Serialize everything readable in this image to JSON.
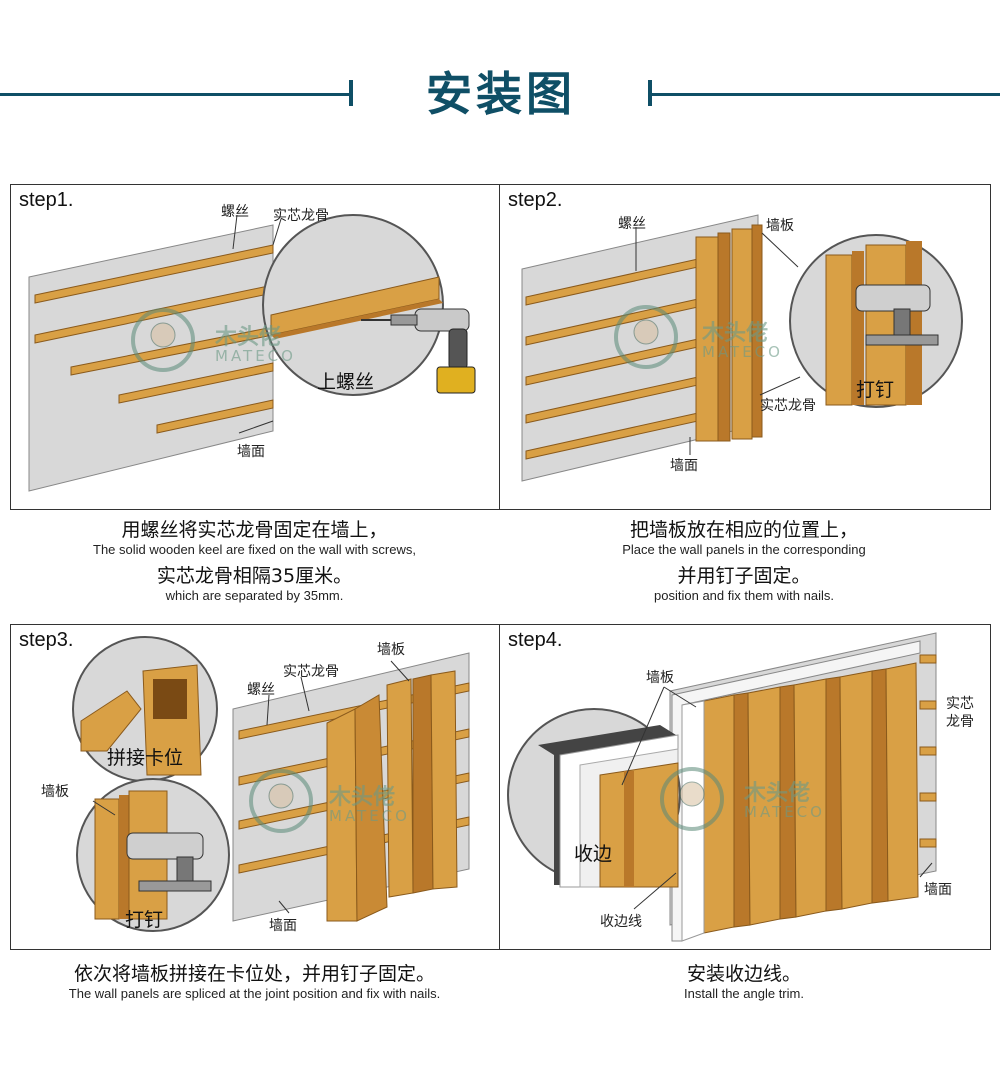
{
  "header": {
    "title": "安装图"
  },
  "watermark": {
    "name": "木头佬",
    "brand": "MATECO"
  },
  "colors": {
    "accent": "#0f4f66",
    "wood": "#d9a045",
    "wood_dark": "#b9782a",
    "wall": "#d6d6d6"
  },
  "steps": [
    {
      "label": "step1.",
      "labels": {
        "screw": "螺丝",
        "keel": "实芯龙骨",
        "screw_up": "上螺丝",
        "wall": "墙面"
      },
      "caption": {
        "zh1": "用螺丝将实芯龙骨固定在墙上，",
        "en1": "The solid wooden keel are fixed on the wall with screws,",
        "zh2": "实芯龙骨相隔35厘米。",
        "en2": "which are separated by 35mm."
      }
    },
    {
      "label": "step2.",
      "labels": {
        "screw": "螺丝",
        "panel": "墙板",
        "keel": "实芯龙骨",
        "wall": "墙面",
        "nail": "打钉"
      },
      "caption": {
        "zh1": "把墙板放在相应的位置上，",
        "en1": "Place the wall panels in the corresponding",
        "zh2": "并用钉子固定。",
        "en2": "position and fix them with nails."
      }
    },
    {
      "label": "step3.",
      "labels": {
        "panel_top": "墙板",
        "keel": "实芯龙骨",
        "screw": "螺丝",
        "joint": "拼接卡位",
        "panel_left": "墙板",
        "nail": "打钉",
        "wall": "墙面"
      },
      "caption": {
        "zh1": "依次将墙板拼接在卡位处，并用钉子固定。",
        "en1": "The wall panels are spliced at the joint position and fix with nails."
      }
    },
    {
      "label": "step4.",
      "labels": {
        "panel": "墙板",
        "keel1": "实芯",
        "keel2": "龙骨",
        "trim_label": "收边",
        "trim_line": "收边线",
        "wall": "墙面"
      },
      "caption": {
        "zh1": "安装收边线。",
        "en1": "Install the angle trim."
      }
    }
  ]
}
